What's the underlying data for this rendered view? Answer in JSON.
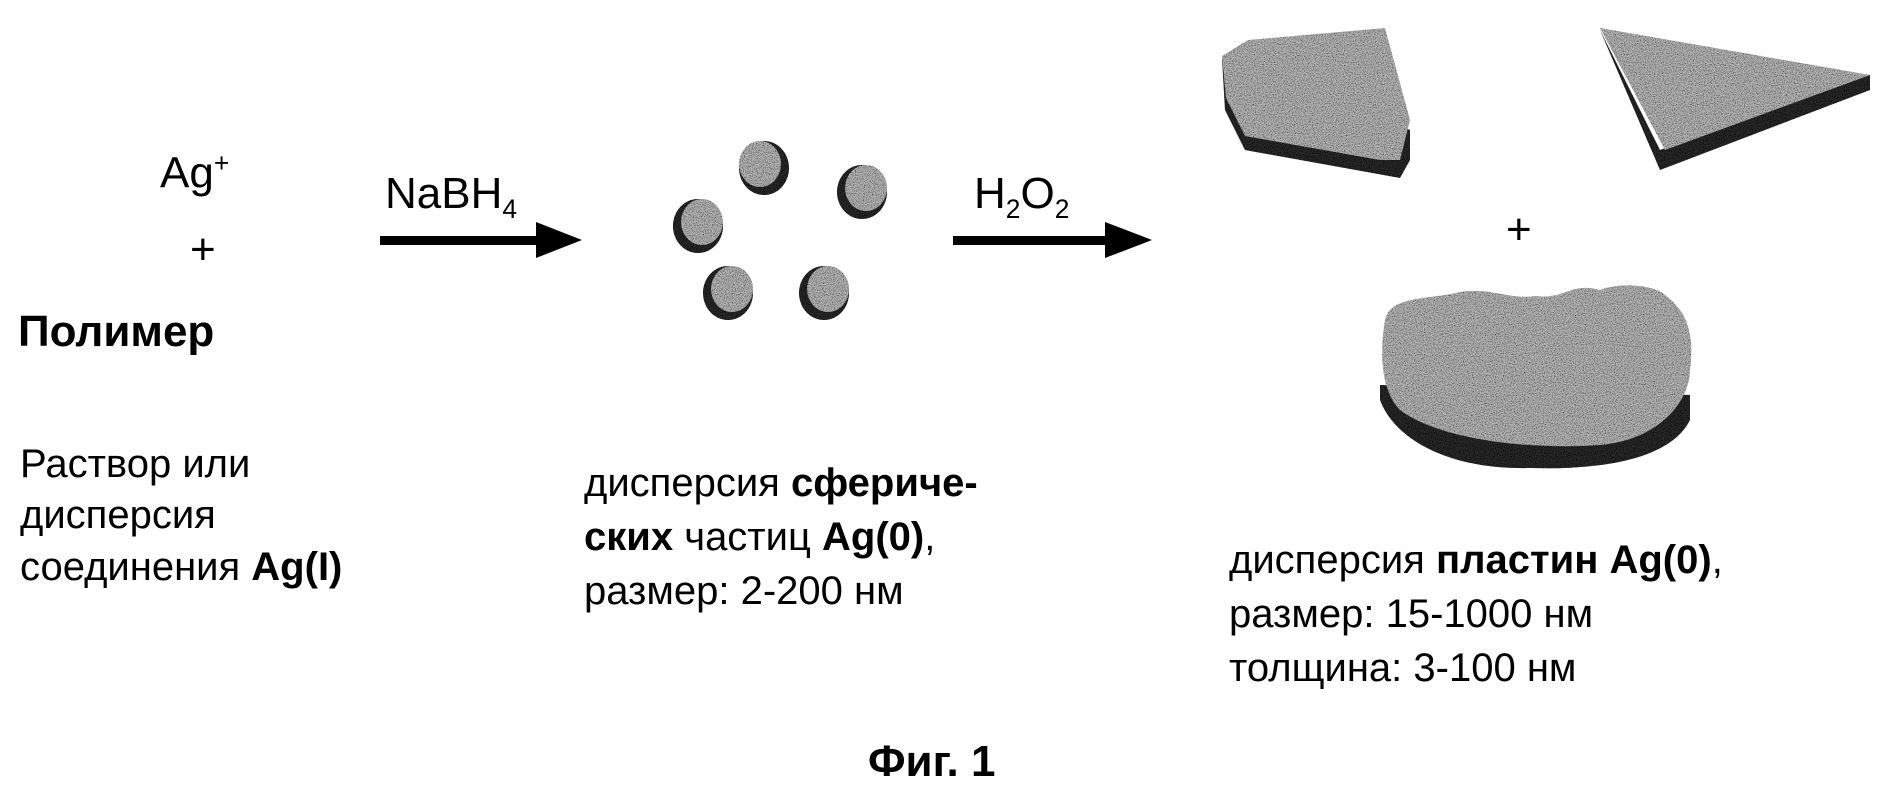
{
  "reactants": {
    "ion": "Ag",
    "ion_charge": "+",
    "plus": "+",
    "polymer": "Полимер",
    "description_lines": [
      "Раствор или",
      "дисперсия",
      "соединения "
    ],
    "description_bold": "Ag(I)"
  },
  "step1": {
    "reagent": "NaBH",
    "reagent_sub": "4"
  },
  "step2": {
    "reagent_h": "H",
    "sub1": "2",
    "reagent_o": "O",
    "sub2": "2"
  },
  "spheres": {
    "line1_normal": "дисперсия ",
    "line1_bold": "сфериче-",
    "line2_bold": "ских",
    "line2_normal": " частиц ",
    "line2_bold2": "Ag(0)",
    "line2_end": ",",
    "line3": "размер: 2-200 нм"
  },
  "plates": {
    "plus": "+",
    "line1_normal": "дисперсия ",
    "line1_bold": "пластин Ag(0)",
    "line1_end": ",",
    "line2": "размер: 15-1000 нм",
    "line3": "толщина: 3-100 нм"
  },
  "caption": "Фиг. 1",
  "colors": {
    "particle": "#b8b8b8",
    "shadow": "#2a2a2a"
  }
}
